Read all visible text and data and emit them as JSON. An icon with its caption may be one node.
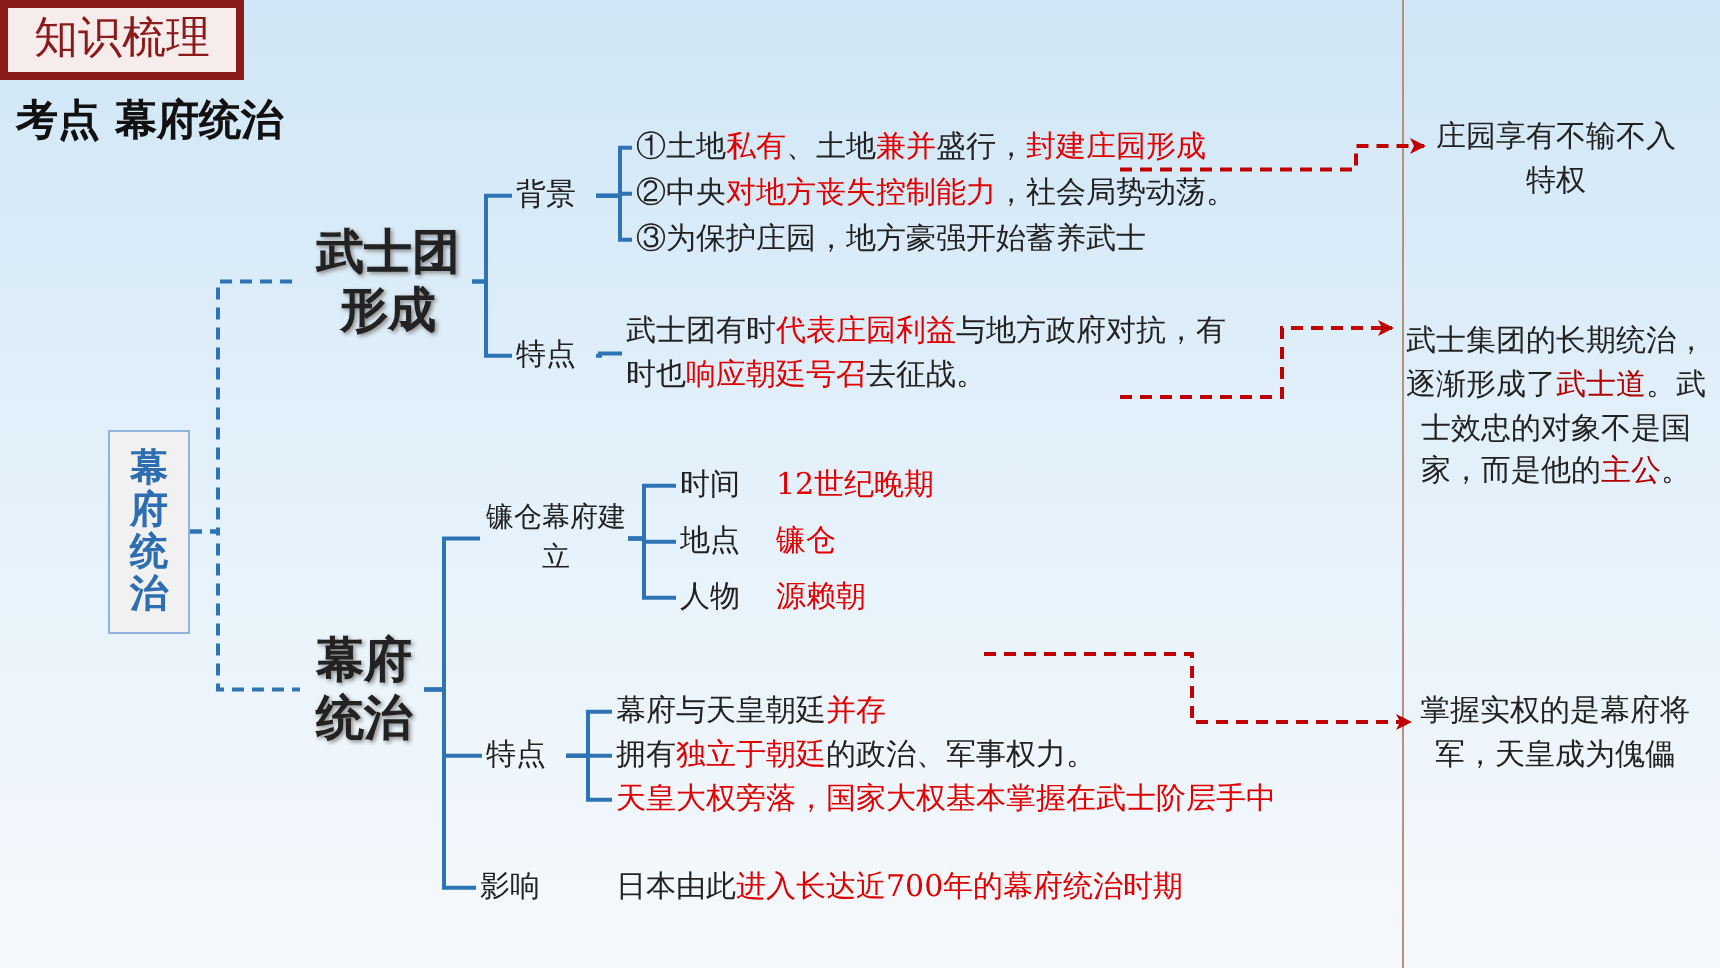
{
  "diagram": {
    "title": "考点 幕府统治",
    "nodes": [
      {
        "text": [
          "幕府统治"
        ]
      },
      {
        "text": [
          "武士团形成"
        ]
      },
      {
        "text": [
          "背景"
        ]
      },
      {
        "text": [
          "①土地**私有**、土地**兼并**盛行，**封建庄园形成**"
        ]
      },
      {
        "text": [
          "②中央**对地方丧失控制能力**，社会局势动荡。"
        ]
      },
      {
        "text": [
          "③为保护庄园，地方豪强开始蓄养武士"
        ]
      },
      {
        "text": [
          "特点"
        ]
      },
      {
        "text": [
          "武士团有时**代表庄园利益**与地方政府对抗，有时也**响应朝廷号召**去征战。"
        ]
      },
      {
        "text": [
          "幕府统治"
        ]
      },
      {
        "text": [
          "镰仓幕府建立"
        ]
      },
      {
        "text": [
          "时间"
        ]
      },
      {
        "text": [
          "12世纪晚期"
        ]
      },
      {
        "text": [
          "地点"
        ]
      },
      {
        "text": [
          "镰仓"
        ]
      },
      {
        "text": [
          "人物"
        ]
      },
      {
        "text": [
          "源赖朝"
        ]
      },
      {
        "text": [
          "特点"
        ]
      },
      {
        "text": [
          "幕府与天皇朝廷**并存**"
        ]
      },
      {
        "text": [
          "拥有**独立于朝廷**的政治、军事权力。"
        ]
      },
      {
        "text": [
          "天皇大权旁落，国家大权基本掌握在武士阶层手中"
        ]
      },
      {
        "text": [
          "影响"
        ]
      },
      {
        "text": [
          "日本由此**进入长达近700年的幕府统治时期**"
        ]
      },
      {
        "text": [
          "庄园享有不输不入特权"
        ]
      },
      {
        "text": [
          "武士集团的长期统治，逐渐形成了**武士道**。武士效忠的对象不是国家，而是他的**主公**。"
        ]
      },
      {
        "text": [
          "掌握实权的是幕府将军，天皇成为傀儡"
        ]
      }
    ],
    "edges": [
      {
        "from": 0,
        "to": 1,
        "arrow": "none",
        "style": "dashed"
      },
      {
        "from": 0,
        "to": 8,
        "arrow": "none",
        "style": "dashed"
      },
      {
        "from": 1,
        "to": 2,
        "arrow": "none"
      },
      {
        "from": 1,
        "to": 6,
        "arrow": "none"
      },
      {
        "from": 2,
        "to": 3,
        "arrow": "none"
      },
      {
        "from": 2,
        "to": 4,
        "arrow": "none"
      },
      {
        "from": 2,
        "to": 5,
        "arrow": "none"
      },
      {
        "from": 6,
        "to": 7,
        "arrow": "none"
      },
      {
        "from": 8,
        "to": 9,
        "arrow": "none"
      },
      {
        "from": 8,
        "to": 16,
        "arrow": "none"
      },
      {
        "from": 8,
        "to": 20,
        "arrow": "none"
      },
      {
        "from": 9,
        "to": 10,
        "arrow": "none"
      },
      {
        "from": 9,
        "to": 12,
        "arrow": "none"
      },
      {
        "from": 9,
        "to": 14,
        "arrow": "none"
      },
      {
        "from": 16,
        "to": 17,
        "arrow": "none"
      },
      {
        "from": 16,
        "to": 18,
        "arrow": "none"
      },
      {
        "from": 16,
        "to": 19,
        "arrow": "none"
      },
      {
        "from": 3,
        "to": 22,
        "arrow": "to",
        "style": "dashed",
        "color": "#c00000"
      },
      {
        "from": 7,
        "to": 23,
        "arrow": "to",
        "style": "dashed",
        "color": "#c00000"
      },
      {
        "from": null,
        "to": 24,
        "arrow": "to",
        "style": "dashed",
        "color": "#c00000"
      }
    ],
    "labels": [
      "知识梳理"
    ]
  }
}
